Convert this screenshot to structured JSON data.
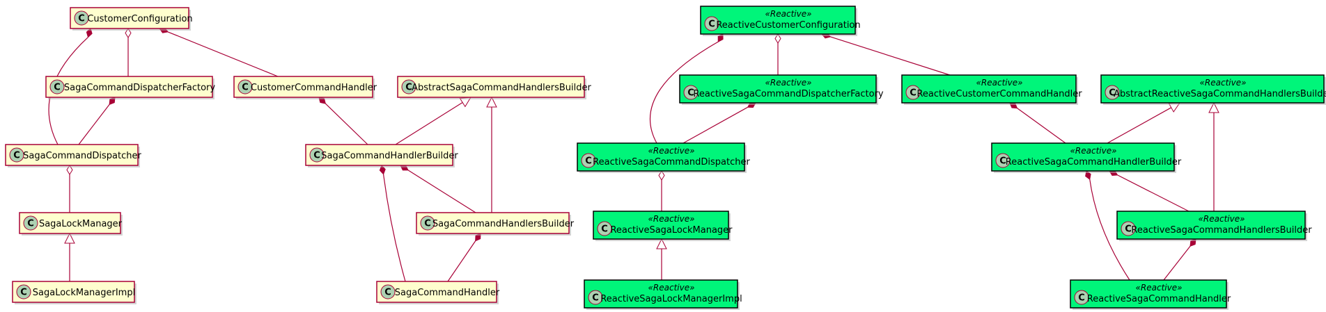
{
  "colors": {
    "line": "#A80036",
    "box_fill_plain": "#FEFECE",
    "box_fill_reactive": "#00F57A",
    "box_border_plain": "#A80036",
    "box_border_reactive": "#000000",
    "circle_fill": "#ADD1B2",
    "shadow": "#B0B0B0"
  },
  "diagram": {
    "class_icon_letter": "C",
    "classes": [
      {
        "id": "cc",
        "name": "CustomerConfiguration",
        "stereotype": ""
      },
      {
        "id": "scdf",
        "name": "SagaCommandDispatcherFactory",
        "stereotype": ""
      },
      {
        "id": "cch",
        "name": "CustomerCommandHandler",
        "stereotype": ""
      },
      {
        "id": "ascb",
        "name": "AbstractSagaCommandHandlersBuilder",
        "stereotype": ""
      },
      {
        "id": "scd",
        "name": "SagaCommandDispatcher",
        "stereotype": ""
      },
      {
        "id": "schb",
        "name": "SagaCommandHandlerBuilder",
        "stereotype": ""
      },
      {
        "id": "slm",
        "name": "SagaLockManager",
        "stereotype": ""
      },
      {
        "id": "schsb",
        "name": "SagaCommandHandlersBuilder",
        "stereotype": ""
      },
      {
        "id": "slmi",
        "name": "SagaLockManagerImpl",
        "stereotype": ""
      },
      {
        "id": "sch",
        "name": "SagaCommandHandler",
        "stereotype": ""
      },
      {
        "id": "rcc",
        "name": "ReactiveCustomerConfiguration",
        "stereotype": "«Reactive»"
      },
      {
        "id": "rscdf",
        "name": "ReactiveSagaCommandDispatcherFactory",
        "stereotype": "«Reactive»"
      },
      {
        "id": "rcch",
        "name": "ReactiveCustomerCommandHandler",
        "stereotype": "«Reactive»"
      },
      {
        "id": "arscb",
        "name": "AbstractReactiveSagaCommandHandlersBuilder",
        "stereotype": "«Reactive»"
      },
      {
        "id": "rscd",
        "name": "ReactiveSagaCommandDispatcher",
        "stereotype": "«Reactive»"
      },
      {
        "id": "rschb",
        "name": "ReactiveSagaCommandHandlerBuilder",
        "stereotype": "«Reactive»"
      },
      {
        "id": "rslm",
        "name": "ReactiveSagaLockManager",
        "stereotype": "«Reactive»"
      },
      {
        "id": "rschsb",
        "name": "ReactiveSagaCommandHandlersBuilder",
        "stereotype": "«Reactive»"
      },
      {
        "id": "rslmi",
        "name": "ReactiveSagaLockManagerImpl",
        "stereotype": "«Reactive»"
      },
      {
        "id": "rsch",
        "name": "ReactiveSagaCommandHandler",
        "stereotype": "«Reactive»"
      }
    ],
    "relations": [
      {
        "from": "cc",
        "to": "scd",
        "type": "composition"
      },
      {
        "from": "cc",
        "to": "scdf",
        "type": "aggregation"
      },
      {
        "from": "cc",
        "to": "cch",
        "type": "composition"
      },
      {
        "from": "scdf",
        "to": "scd",
        "type": "composition"
      },
      {
        "from": "scd",
        "to": "slm",
        "type": "aggregation"
      },
      {
        "from": "slmi",
        "to": "slm",
        "type": "inheritance"
      },
      {
        "from": "cch",
        "to": "schb",
        "type": "composition"
      },
      {
        "from": "schb",
        "to": "ascb",
        "type": "inheritance"
      },
      {
        "from": "schsb",
        "to": "ascb",
        "type": "inheritance"
      },
      {
        "from": "schb",
        "to": "sch",
        "type": "composition"
      },
      {
        "from": "schb",
        "to": "schsb",
        "type": "composition"
      },
      {
        "from": "schsb",
        "to": "sch",
        "type": "composition"
      },
      {
        "from": "rcc",
        "to": "rscd",
        "type": "composition"
      },
      {
        "from": "rcc",
        "to": "rscdf",
        "type": "aggregation"
      },
      {
        "from": "rcc",
        "to": "rcch",
        "type": "composition"
      },
      {
        "from": "rscdf",
        "to": "rscd",
        "type": "composition"
      },
      {
        "from": "rscd",
        "to": "rslm",
        "type": "aggregation"
      },
      {
        "from": "rslmi",
        "to": "rslm",
        "type": "inheritance"
      },
      {
        "from": "rcch",
        "to": "rschb",
        "type": "composition"
      },
      {
        "from": "rschb",
        "to": "arscb",
        "type": "inheritance"
      },
      {
        "from": "rschsb",
        "to": "arscb",
        "type": "inheritance"
      },
      {
        "from": "rschb",
        "to": "rsch",
        "type": "composition"
      },
      {
        "from": "rschb",
        "to": "rschsb",
        "type": "composition"
      },
      {
        "from": "rschsb",
        "to": "rsch",
        "type": "composition"
      }
    ]
  }
}
